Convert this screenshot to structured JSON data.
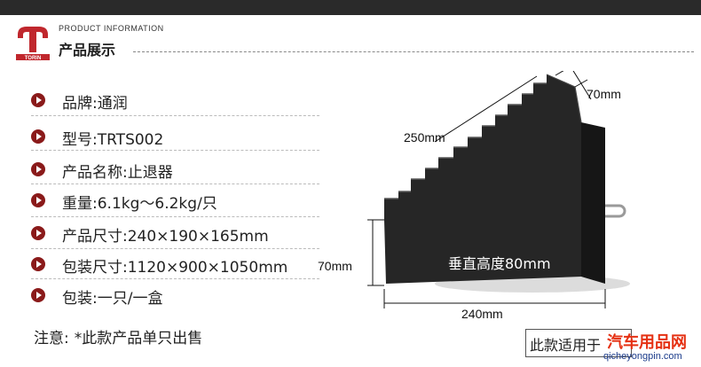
{
  "header": {
    "logo_text": "TORIN",
    "subtitle_en": "PRODUCT INFORMATION",
    "title": "产品展示"
  },
  "specs": [
    {
      "text": "品牌:通润"
    },
    {
      "text": "型号:TRTS002"
    },
    {
      "text": "产品名称:止退器"
    },
    {
      "text": "重量:6.1kg～6.2kg/只"
    },
    {
      "text": "产品尺寸:240×190×165mm"
    },
    {
      "text": "包装尺寸:1120×900×1050mm"
    },
    {
      "text": "包装:一只/一盒"
    }
  ],
  "note": {
    "label": "注意:",
    "text": "*此款产品单只出售"
  },
  "dimensions": {
    "top_width": "70mm",
    "slope_length": "250mm",
    "height_left": "70mm",
    "inside_label": "垂直高度80mm",
    "base_length": "240mm"
  },
  "bottom_box_text": "此款适用于",
  "watermark": {
    "text": "汽车用品网",
    "url": "qicheyongpin.com"
  },
  "colors": {
    "bullet": "#8a1a1a",
    "logo": "#c0272d",
    "watermark": "#e53012",
    "topbar": "#2a2a2a"
  }
}
